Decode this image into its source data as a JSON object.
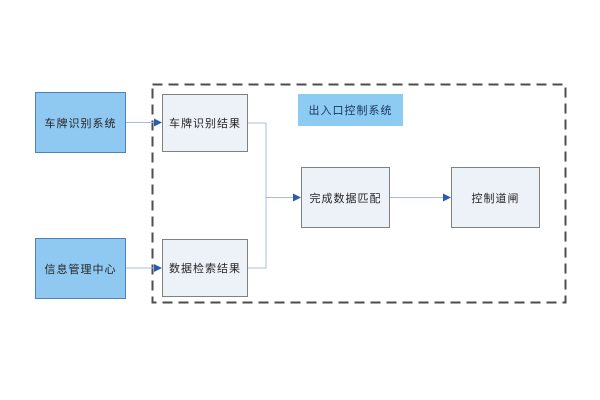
{
  "diagram": {
    "container_label": "出入口控制系统",
    "nodes": {
      "plate_recognition_system": {
        "label": "车牌识别系统",
        "type": "external-source"
      },
      "info_management_center": {
        "label": "信息管理中心",
        "type": "external-source"
      },
      "plate_recognition_result": {
        "label": "车牌识别结果",
        "type": "process"
      },
      "data_retrieval_result": {
        "label": "数据检索结果",
        "type": "process"
      },
      "data_matching": {
        "label": "完成数据匹配",
        "type": "process"
      },
      "barrier_gate_control": {
        "label": "控制道闸",
        "type": "process"
      }
    },
    "edges": [
      {
        "from": "plate_recognition_system",
        "to": "plate_recognition_result"
      },
      {
        "from": "info_management_center",
        "to": "data_retrieval_result"
      },
      {
        "from": "plate_recognition_result",
        "to": "data_matching"
      },
      {
        "from": "data_retrieval_result",
        "to": "data_matching"
      },
      {
        "from": "data_matching",
        "to": "barrier_gate_control"
      }
    ],
    "colors": {
      "background": "#FFFFFF",
      "source_box_fill": "#8FC9F2",
      "source_box_border": "#4F81BD",
      "process_box_fill": "#EDF1F8",
      "process_box_border": "#808080",
      "container_label_fill": "#8DCBF2",
      "container_label_text": "#17375E",
      "dashed_boundary": "#4D4D4D",
      "connector_line": "#A8BDDC",
      "connector_arrow": "#2A5CAF",
      "node_text": "#262626"
    }
  }
}
